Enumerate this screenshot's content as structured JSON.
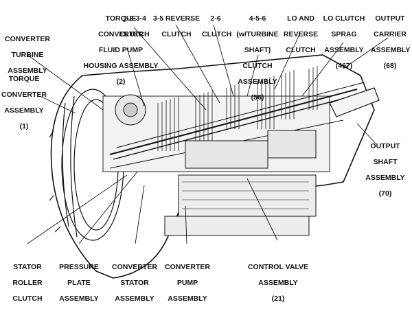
{
  "labels": {
    "torque_converter_fluid_pump": [
      "TORQUE",
      "CONVERTER",
      "FLUID PUMP",
      "HOUSING ASSEMBLY",
      "(2)"
    ],
    "clutch_1234": [
      "1-2-3-4",
      "CLUTCH"
    ],
    "clutch_35_reverse": [
      "3-5 REVERSE",
      "CLUTCH"
    ],
    "clutch_26": [
      "2-6",
      "CLUTCH"
    ],
    "clutch_456": [
      "4-5-6",
      "(w/TURBINE",
      "SHAFT)",
      "CLUTCH",
      "ASSEMBLY",
      "(56)"
    ],
    "lo_reverse_clutch": [
      "LO AND",
      "REVERSE",
      "CLUTCH"
    ],
    "lo_clutch_sprag": [
      "LO CLUTCH",
      "SPRAG",
      "ASSEMBLY",
      "(467)"
    ],
    "output_carrier": [
      "OUTPUT",
      "CARRIER",
      "ASSEMBLY",
      "(68)"
    ],
    "converter_turbine": [
      "CONVERTER",
      "TURBINE",
      "ASSEMBLY"
    ],
    "torque_converter_assembly": [
      "TORQUE",
      "CONVERTER",
      "ASSEMBLY",
      "(1)"
    ],
    "output_shaft": [
      "OUTPUT",
      "SHAFT",
      "ASSEMBLY",
      "(70)"
    ],
    "stator_roller_clutch": [
      "STATOR",
      "ROLLER",
      "CLUTCH"
    ],
    "pressure_plate": [
      "PRESSURE",
      "PLATE",
      "ASSEMBLY"
    ],
    "converter_stator": [
      "CONVERTER",
      "STATOR",
      "ASSEMBLY"
    ],
    "converter_pump": [
      "CONVERTER",
      "PUMP",
      "ASSEMBLY"
    ],
    "control_valve": [
      "CONTROL VALVE",
      "ASSEMBLY",
      "(21)"
    ]
  }
}
